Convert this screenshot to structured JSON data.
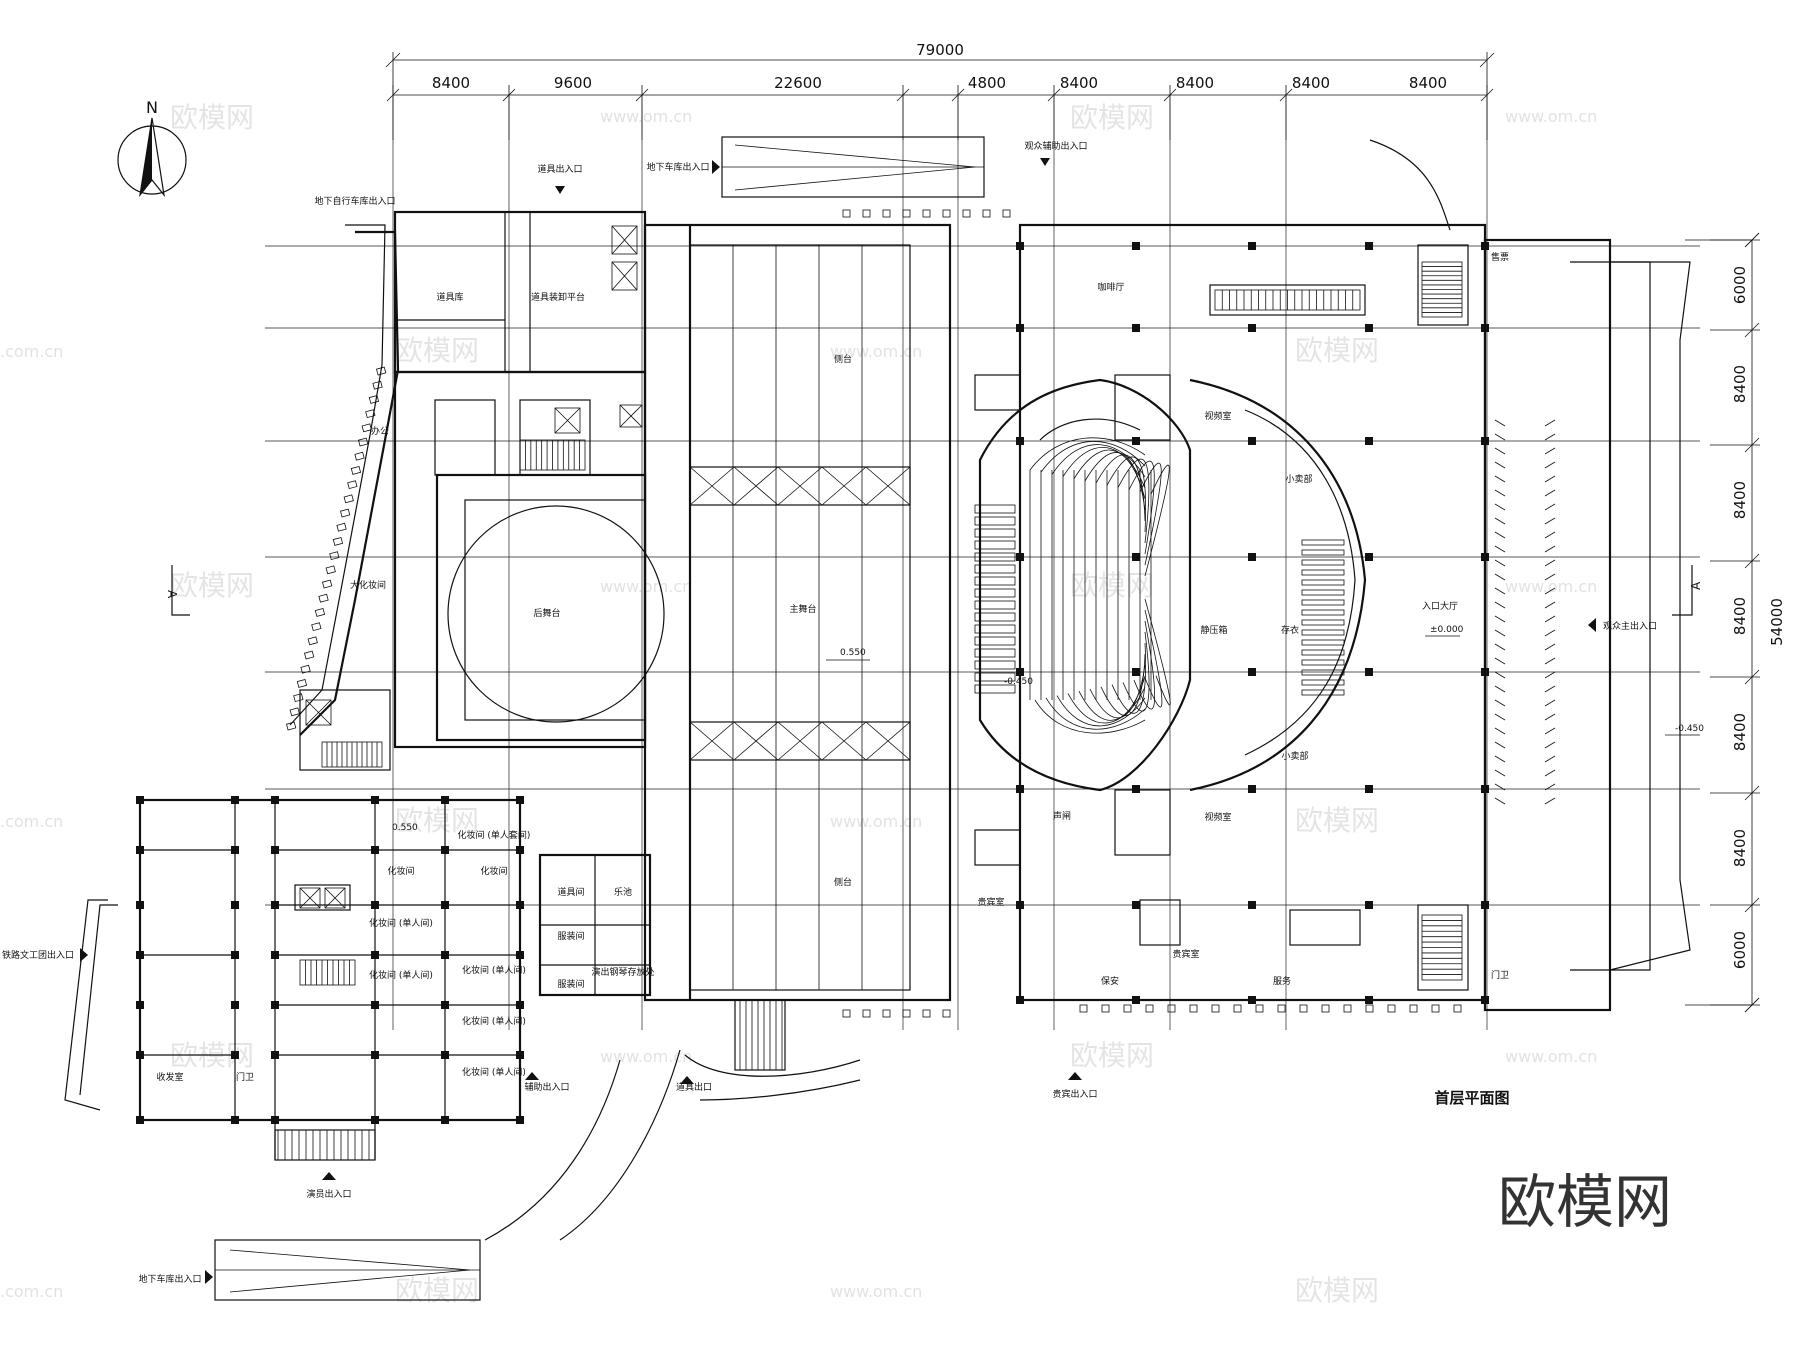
{
  "drawing": {
    "title": "首层平面图",
    "north_label": "N",
    "overall_width_dim": "79000",
    "overall_depth_dim": "54000",
    "top_dims": [
      "8400",
      "9600",
      "22600",
      "4800",
      "8400",
      "8400",
      "8400",
      "8400"
    ],
    "right_dims": [
      "6000",
      "8400",
      "8400",
      "8400",
      "8400",
      "8400",
      "6000"
    ],
    "section_marker": "A",
    "elevations": [
      "0.550",
      "-0.450",
      "±0.000",
      "-0.450",
      "0.550"
    ]
  },
  "rooms": {
    "prop_storage": "道具库",
    "prop_platform": "道具装卸平台",
    "office": "办公",
    "makeup_large": "大化妆间",
    "rear_stage": "后舞台",
    "main_stage": "主舞台",
    "side_stage_top": "侧台",
    "side_stage_bottom": "侧台",
    "orchestra_pit": "乐池",
    "cafe": "咖啡厅",
    "control_top": "视频室",
    "control_bottom": "视频室",
    "shop_top": "小卖部",
    "shop_bottom": "小卖部",
    "cloakroom": "存衣",
    "quiet_room": "静压箱",
    "lobby": "入口大厅",
    "ticket": "售票",
    "guard": "门卫",
    "guard_left": "门卫",
    "receiving": "收发室",
    "vip_room": "贵宾室",
    "vip_lounge": "贵宾室",
    "security": "保安",
    "service": "服务",
    "sound": "声闸",
    "props_room": "道具间",
    "costume_room": "服装间",
    "wardrobe": "服装间",
    "piano_storage": "演出钢琴存放处",
    "makeup_1": "化妆间",
    "makeup_single_1": "化妆间\n(单人套间)",
    "makeup_2": "化妆间",
    "makeup_single_2": "化妆间\n(单人间)",
    "makeup_single_3": "化妆间\n(单人间)",
    "makeup_single_4": "化妆间\n(单人间)",
    "makeup_single_5": "化妆间\n(单人间)",
    "makeup_single_6": "化妆间\n(单人间)"
  },
  "entrances": {
    "bike_garage": "地下自行车库出入口",
    "props_entry": "道具出入口",
    "garage_top": "地下车库出入口",
    "audience_aux_top": "观众辅助出入口",
    "audience_main": "观众主出入口",
    "troupe": "铁路文工团出入口",
    "actors": "演员出入口",
    "aux_entry": "辅助出入口",
    "props_exit": "道具出口",
    "vip_entry": "贵宾出入口",
    "garage_bottom": "地下车库出入口"
  },
  "watermark": {
    "brand": "欧模网",
    "url": "www.om.cn",
    "url_short": ".com.cn"
  },
  "colors": {
    "line": "#111111",
    "background": "#ffffff",
    "watermark": "#cfcfcf"
  }
}
